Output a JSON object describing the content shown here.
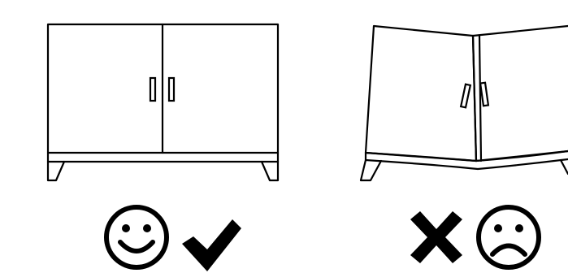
{
  "panels": [
    {
      "id": "correct",
      "cabinet": "level-cabinet",
      "face": "smiley-face-icon",
      "mark": "checkmark-icon"
    },
    {
      "id": "incorrect",
      "cabinet": "sagging-cabinet",
      "face": "frowning-face-icon",
      "mark": "x-mark-icon"
    }
  ],
  "colors": {
    "ink": "#000000",
    "background": "#ffffff"
  }
}
